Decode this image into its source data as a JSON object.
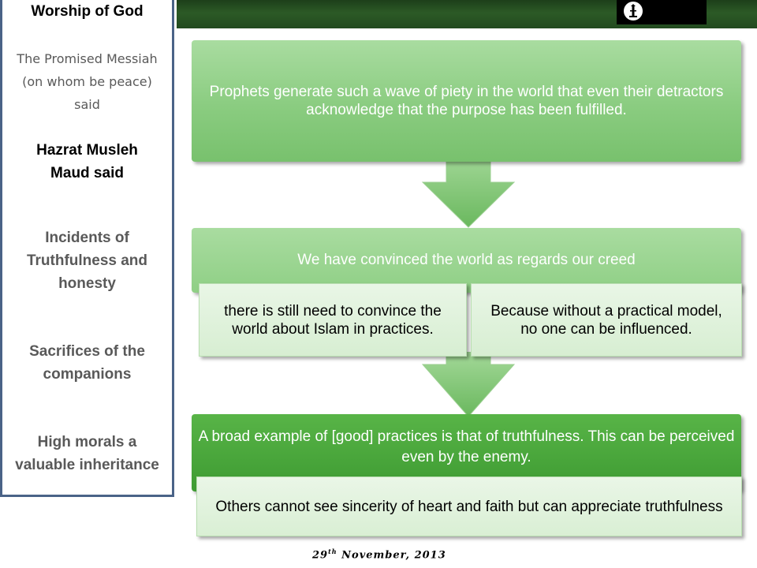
{
  "sidebar": {
    "title": "Worship of God",
    "promised_messiah": "The Promised Messiah (on whom be peace) said",
    "musleh_maud": "Hazrat Musleh Maud said",
    "incidents": "Incidents of Truthfulness and honesty",
    "sacrifices": "Sacrifices of the companions",
    "high_morals": "High morals a valuable inheritance"
  },
  "header": {
    "logo_icon": "mosque-minaret-icon"
  },
  "flow": {
    "box1": "Prophets generate such a wave of piety in the world that even their detractors acknowledge that the purpose has been fulfilled.",
    "box2_title": "We have convinced the world as regards our creed",
    "box2_left": " there is still need to convince the world about Islam in practices.",
    "box2_right": "Because without a practical model, no one can be influenced.",
    "box3_title": "A broad example of [good] practices is that of truthfulness. This can be perceived even by the enemy.",
    "box3_sub": "Others cannot see sincerity of heart and faith but can appreciate truthfulness"
  },
  "footer": {
    "day": "29",
    "suffix": "th",
    "rest": " November, 2013"
  },
  "colors": {
    "header": "#2c5a26",
    "light_green": "#8acc80",
    "dark_green": "#3e9b32",
    "sidebar_border": "#4a6387"
  }
}
